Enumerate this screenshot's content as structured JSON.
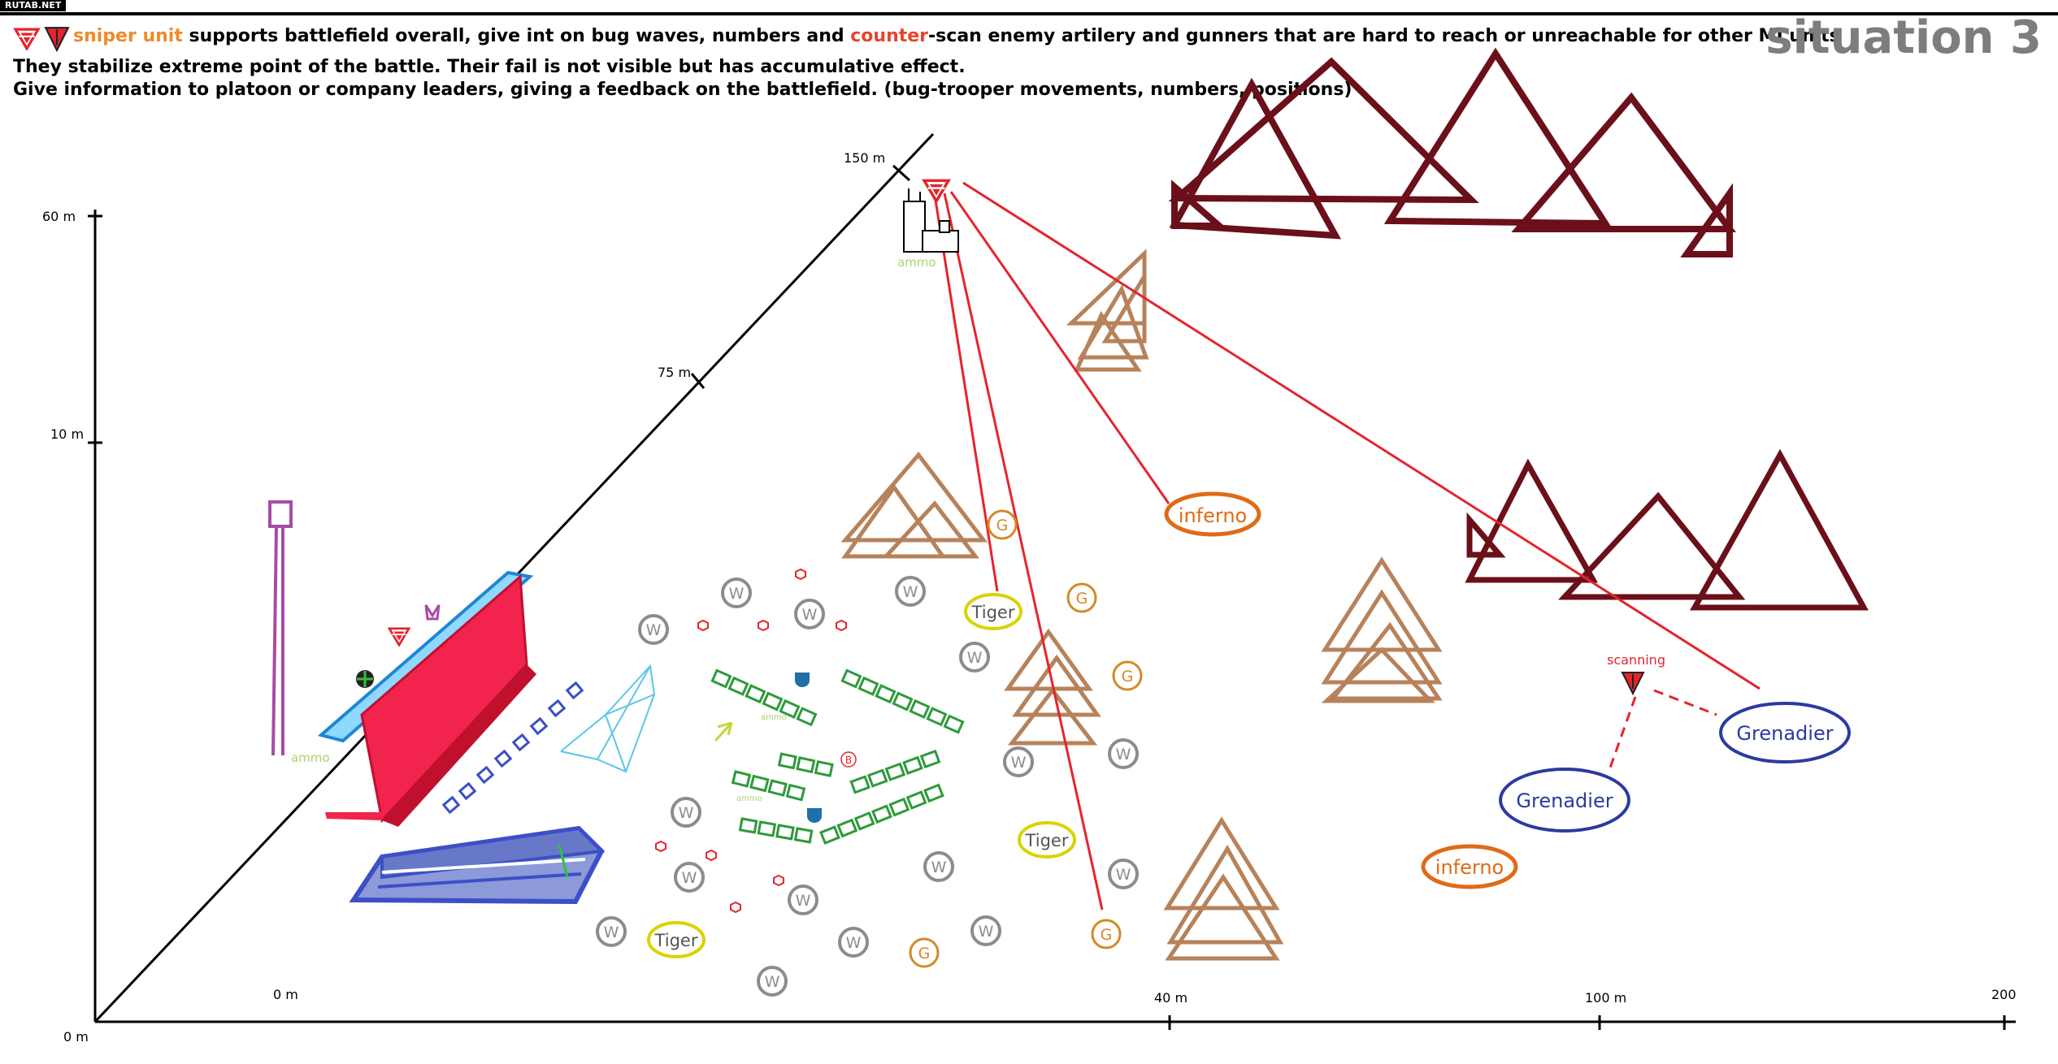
{
  "brand": "RUTAB.NET",
  "title": "situation 3",
  "text": {
    "line1_highlight": "sniper unit",
    "line1_a": " supports battlefield overall, give int on bug waves, numbers and ",
    "line1_counter": "counter",
    "line1_b": "-scan enemy artilery and gunners that are hard to reach or unreachable for other MI units",
    "line2": "They stabilize extreme point of the battle. Their fail is not visible but has accumulative effect.",
    "line3": "Give information to platoon or company leaders, giving a feedback on the battlefield. (bug-trooper movements, numbers, positions)"
  },
  "axis": {
    "y_ticks": [
      "60 m",
      "10 m",
      "0 m"
    ],
    "x_ticks": [
      "0 m",
      "40 m",
      "100 m",
      "200"
    ],
    "diag_ticks": [
      "150 m",
      "75 m"
    ]
  },
  "labels": {
    "ammo": "ammo",
    "scanning": "scanning",
    "inferno": "inferno",
    "grenadier": "Grenadier",
    "tiger": "Tiger",
    "w": "W",
    "g": "G",
    "b": "B"
  },
  "colors": {
    "sniper_red": "#e5242c",
    "mountain_dark": "#6b0f1a",
    "mountain_brown": "#b7825a",
    "bunker_red": "#f2244e",
    "bunker_blue": "#3d4fc6",
    "troop_green": "#2e9a3b",
    "grenadier_blue": "#2b3aa0",
    "inferno_orange": "#e06a17",
    "tiger_yellow": "#d9d400",
    "bug_gray": "#8c8c8c",
    "g_orange": "#d48a26",
    "ammo_green": "#a8d66b",
    "tower_purple": "#a64ca6",
    "axis_black": "#000000"
  }
}
